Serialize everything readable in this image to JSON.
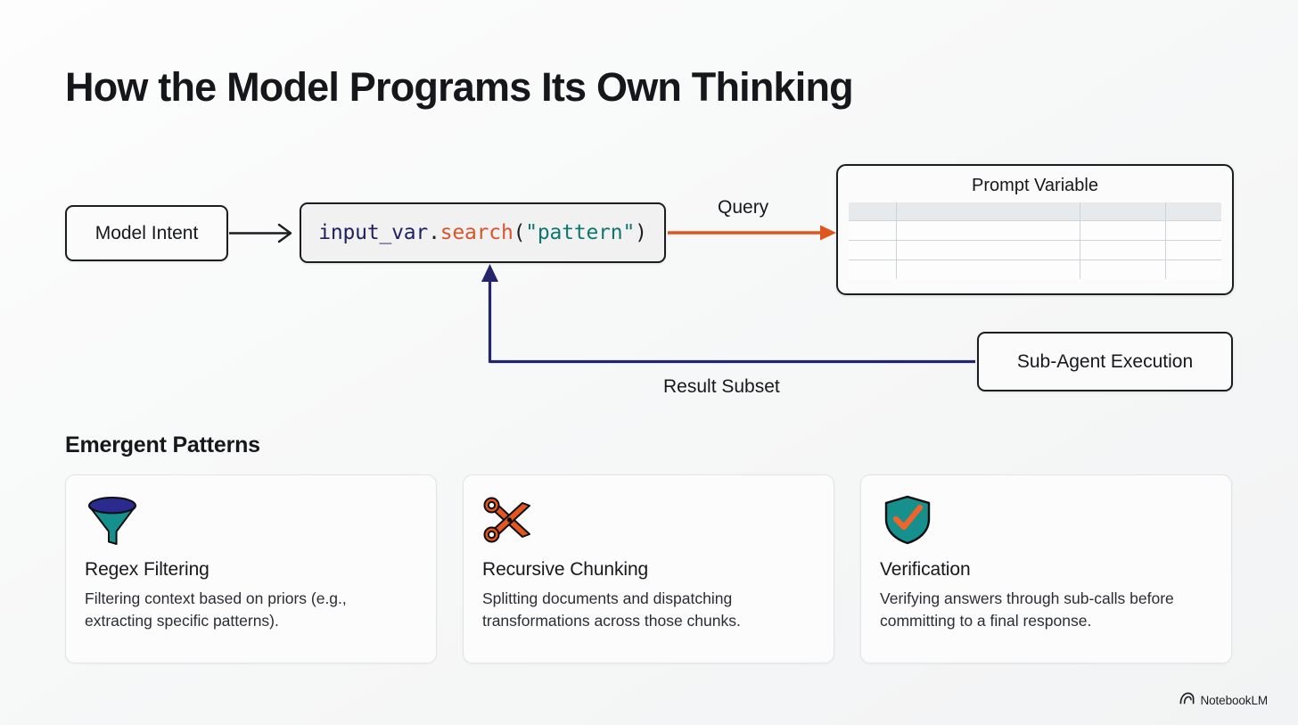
{
  "page": {
    "title": "How the Model Programs Its Own Thinking",
    "background_color": "#f7f8f8"
  },
  "flow": {
    "model_intent": {
      "label": "Model Intent"
    },
    "code": {
      "tokens": [
        {
          "text": "input_var",
          "type": "variable",
          "color": "#1f2161"
        },
        {
          "text": ".",
          "type": "punctuation",
          "color": "#1d1f24"
        },
        {
          "text": "search",
          "type": "function",
          "color": "#d9552a"
        },
        {
          "text": "(",
          "type": "punctuation",
          "color": "#1d1f24"
        },
        {
          "text": "\"pattern\"",
          "type": "string",
          "color": "#0f766e"
        },
        {
          "text": ")",
          "type": "punctuation",
          "color": "#1d1f24"
        }
      ],
      "full_text": "input_var.search(\"pattern\")"
    },
    "prompt_variable": {
      "title": "Prompt Variable",
      "table": {
        "columns": 4,
        "header_row": [
          "",
          "",
          "",
          ""
        ],
        "rows": [
          [
            "",
            "",
            "",
            ""
          ],
          [
            "",
            "",
            "",
            ""
          ],
          [
            "",
            "",
            "",
            ""
          ]
        ],
        "header_color": "#e7eaed",
        "row_color": "#fdfdfd"
      }
    },
    "sub_agent": {
      "label": "Sub-Agent Execution"
    },
    "edges": [
      {
        "name": "intent-to-code",
        "label": "",
        "color": "#1b1d21",
        "style": "open-arrow"
      },
      {
        "name": "code-to-prompt-variable",
        "label": "Query",
        "color": "#e0541f",
        "style": "solid-arrow"
      },
      {
        "name": "sub-agent-to-code",
        "label": "Result Subset",
        "color": "#23246b",
        "style": "elbow-arrow"
      }
    ]
  },
  "patterns": {
    "section_title": "Emergent Patterns",
    "cards": [
      {
        "icon": "funnel-icon",
        "icon_colors": {
          "top": "#2b2b8f",
          "body": "#16908c"
        },
        "title": "Regex Filtering",
        "description": "Filtering context based on priors (e.g., extracting specific patterns)."
      },
      {
        "icon": "scissors-icon",
        "icon_colors": {
          "top": "#e4551f",
          "body": "#e4551f"
        },
        "title": "Recursive Chunking",
        "description": "Splitting documents and dispatching transformations across those chunks."
      },
      {
        "icon": "shield-check-icon",
        "icon_colors": {
          "top": "#16908c",
          "body": "#f2632a"
        },
        "title": "Verification",
        "description": "Verifying answers through sub-calls before committing to a final response."
      }
    ]
  },
  "footer": {
    "logo_icon": "notebooklm-arc-icon",
    "logo_text": "NotebookLM"
  }
}
